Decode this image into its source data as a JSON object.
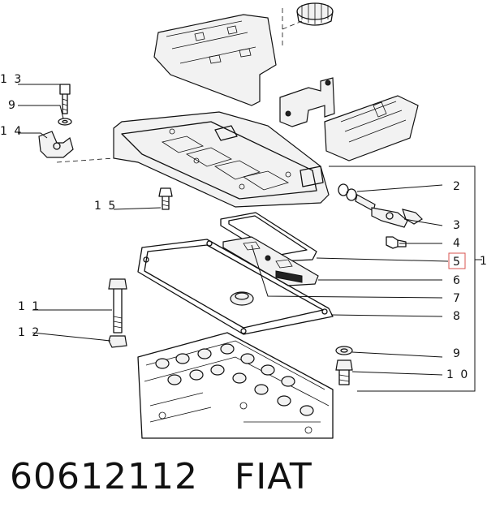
{
  "diagram": {
    "callouts": [
      {
        "id": "13",
        "label": "1 3"
      },
      {
        "id": "9a",
        "label": "9"
      },
      {
        "id": "14",
        "label": "1 4"
      },
      {
        "id": "15",
        "label": "1 5"
      },
      {
        "id": "11",
        "label": "1 1"
      },
      {
        "id": "12",
        "label": "1 2"
      },
      {
        "id": "2",
        "label": "2"
      },
      {
        "id": "3",
        "label": "3"
      },
      {
        "id": "4",
        "label": "4"
      },
      {
        "id": "5",
        "label": "5",
        "highlighted": true
      },
      {
        "id": "6",
        "label": "6"
      },
      {
        "id": "7",
        "label": "7"
      },
      {
        "id": "8",
        "label": "8"
      },
      {
        "id": "9b",
        "label": "9"
      },
      {
        "id": "10",
        "label": "1 0"
      },
      {
        "id": "1",
        "label": "1"
      }
    ],
    "highlight_color": "#d9534f"
  },
  "caption": {
    "part_number": "60612112",
    "brand": "FIAT"
  }
}
